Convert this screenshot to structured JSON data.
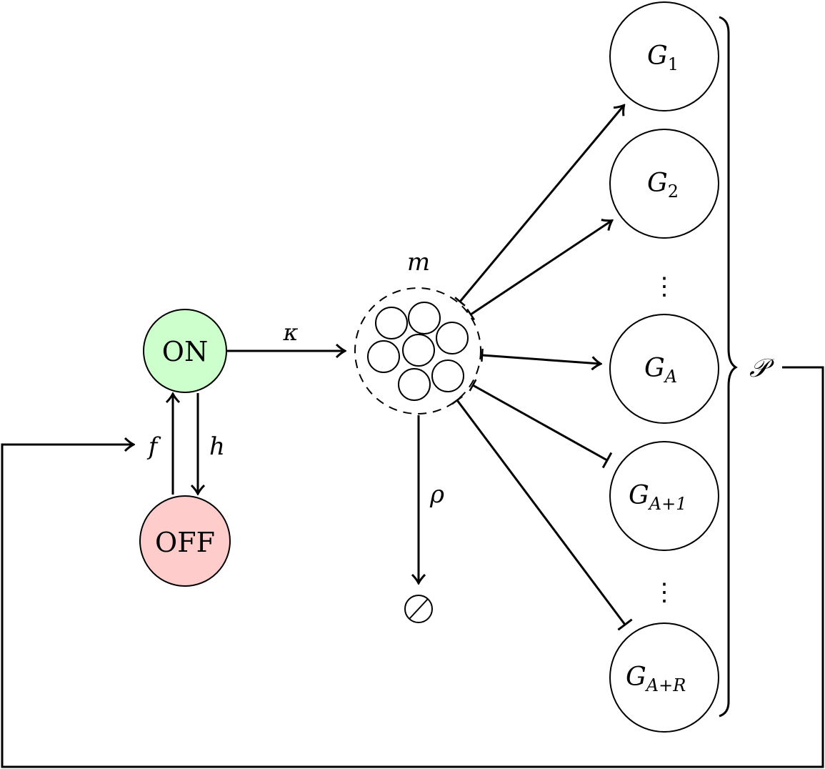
{
  "diagram": {
    "colors": {
      "on_fill": "#ccffcc",
      "off_fill": "#ffcccc",
      "stroke": "#000000",
      "background": "#ffffff"
    },
    "nodes": {
      "on": {
        "label": "ON"
      },
      "off": {
        "label": "OFF"
      },
      "mrna": {
        "label": "m"
      },
      "degradation": {
        "label": "∅"
      },
      "genes": [
        {
          "base": "G",
          "sub": "1",
          "regulation": "activation"
        },
        {
          "base": "G",
          "sub": "2",
          "regulation": "activation"
        },
        {
          "base": "G",
          "sub": "A",
          "regulation": "activation"
        },
        {
          "base": "G",
          "sub": "A+1",
          "regulation": "repression"
        },
        {
          "base": "G",
          "sub": "A+R",
          "regulation": "repression"
        }
      ],
      "ellipsis_upper": "⋮",
      "ellipsis_lower": "⋮",
      "protein_group": {
        "label": "𝒫"
      }
    },
    "edges": {
      "on_to_mrna": {
        "label": "κ"
      },
      "off_to_on": {
        "label": "f"
      },
      "on_to_off": {
        "label": "h"
      },
      "mrna_to_degradation": {
        "label": "ρ"
      },
      "feedback": {
        "from": "𝒫",
        "to": "f"
      }
    }
  }
}
